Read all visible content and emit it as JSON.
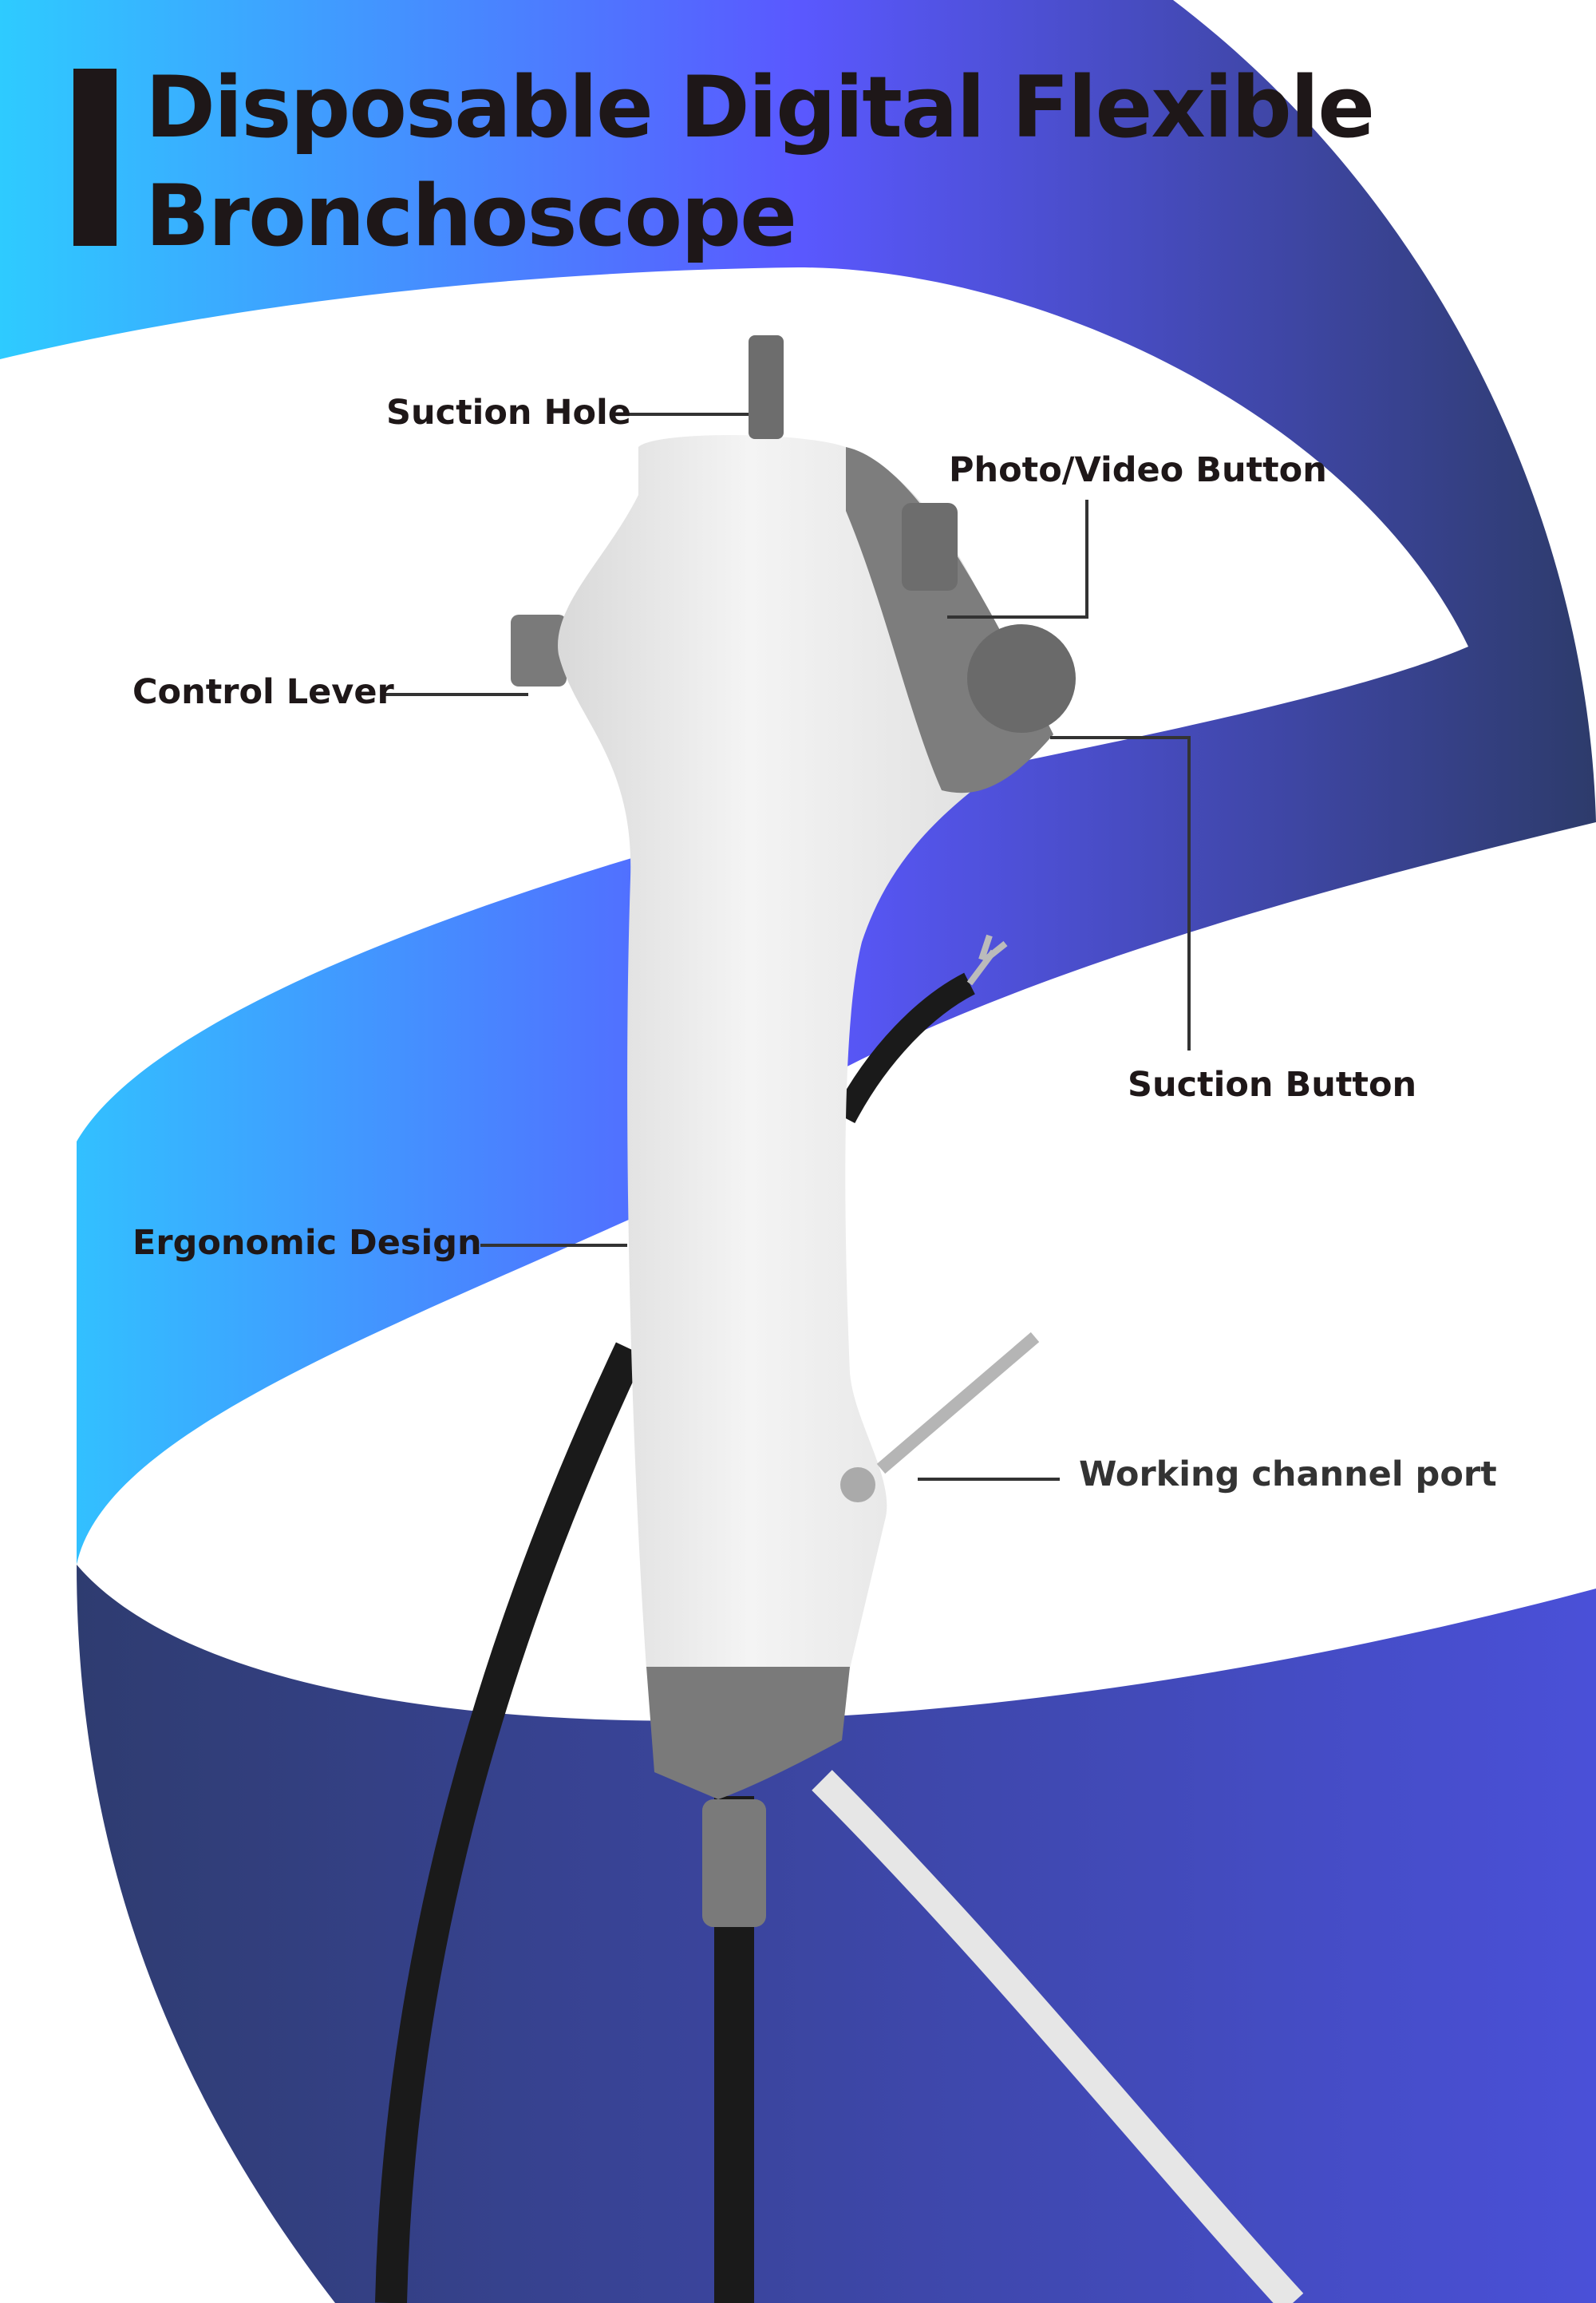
{
  "title": {
    "line1": "Disposable Digital Flexible",
    "line2": "Bronchoscope"
  },
  "callouts": {
    "suction_hole": "Suction Hole",
    "photo_video_button": "Photo/Video Button",
    "control_lever": "Control Lever",
    "suction_button": "Suction Button",
    "ergonomic_design": "Ergonomic Design",
    "working_channel_port": "Working channel port"
  },
  "colors": {
    "ribbon_cyan": "#2ecbff",
    "ribbon_violet": "#5a58ff",
    "ribbon_navy": "#2d3b6b",
    "ribbon_blue_right": "#4a50d8",
    "text": "#1e1718",
    "scope_grey": "#7a7a7a"
  }
}
